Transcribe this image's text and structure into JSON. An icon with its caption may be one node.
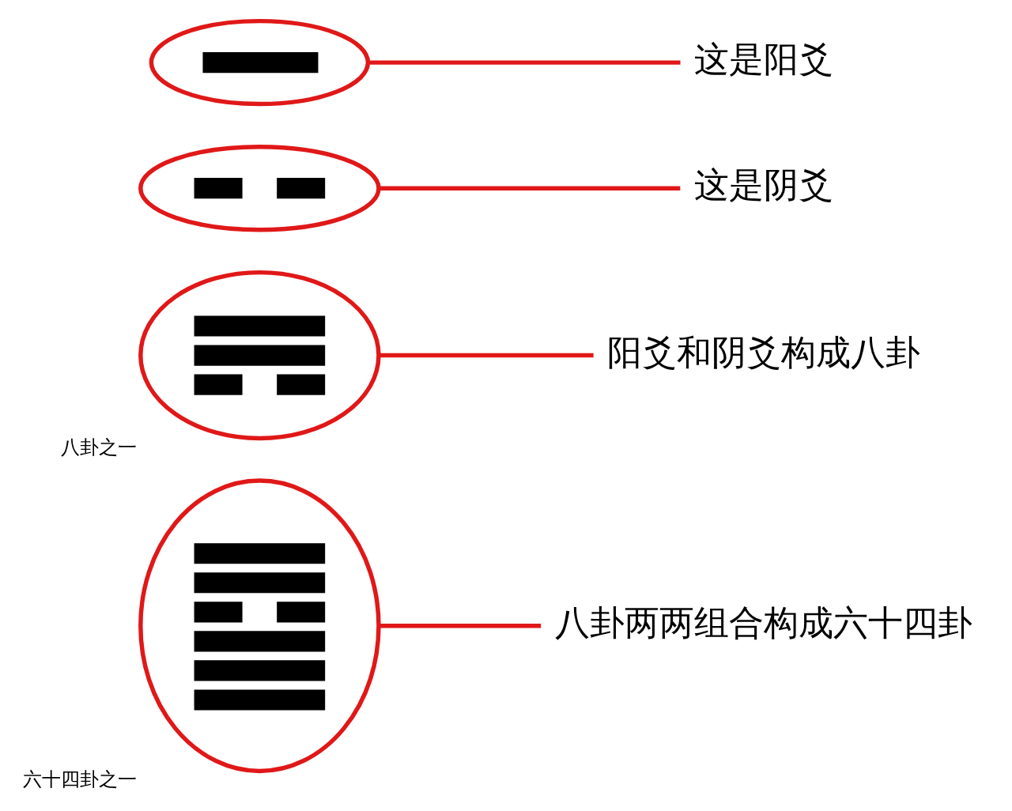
{
  "diagram": {
    "nodes": [
      {
        "text": [
          "这是阳爻"
        ]
      },
      {
        "text": [],
        "shape": "ellipse"
      },
      {
        "text": [],
        "shape": "ellipse"
      },
      {
        "text": [
          "这是阴爻"
        ]
      },
      {
        "text": [],
        "shape": "ellipse",
        "beside": [
          "八卦之一"
        ]
      },
      {
        "text": [
          "阳爻和阴爻构成八卦"
        ]
      },
      {
        "text": [],
        "shape": "ellipse",
        "beside": [
          "六十四卦之一"
        ]
      },
      {
        "text": [
          "八卦两两组合构成六十四卦"
        ]
      }
    ],
    "edges": [
      {
        "from": 1,
        "to": 0,
        "arrow": "none"
      },
      {
        "from": 2,
        "to": 3,
        "arrow": "none"
      },
      {
        "from": 4,
        "to": 5,
        "arrow": "none"
      },
      {
        "from": 6,
        "to": 7,
        "arrow": "none"
      }
    ]
  }
}
